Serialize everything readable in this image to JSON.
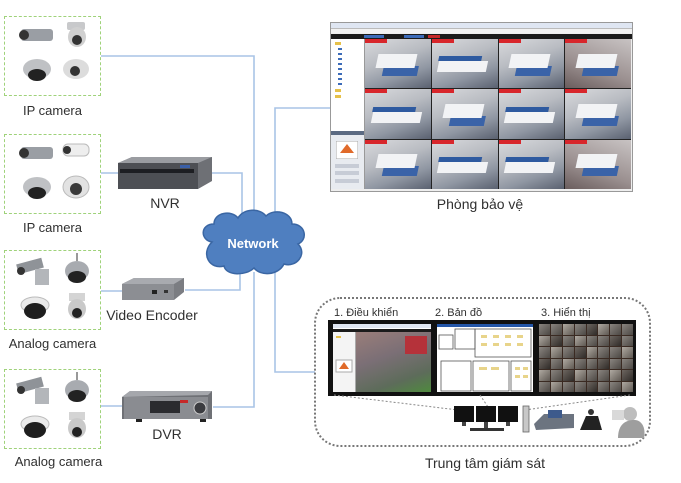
{
  "diagram": {
    "title": "CCTV system network diagram",
    "accent_line_color": "#a9c4e6",
    "cloud_color": "#4f7fc0",
    "group_border_color": "#9fd27a"
  },
  "sources": [
    {
      "id": "ip-camera-1",
      "label": "IP camera",
      "device": null,
      "device_label": null,
      "cameras": [
        "box-camera",
        "ptz-dome-camera",
        "dome-camera",
        "mini-dome-camera"
      ]
    },
    {
      "id": "ip-camera-2",
      "label": "IP camera",
      "device": "nvr",
      "device_label": "NVR",
      "cameras": [
        "box-camera",
        "bullet-camera",
        "dome-camera",
        "turret-camera"
      ]
    },
    {
      "id": "analog-camera-1",
      "label": "Analog camera",
      "device": "video-encoder",
      "device_label": "Video Encoder",
      "cameras": [
        "wall-mount-camera",
        "speed-dome-camera",
        "dome-camera",
        "pendant-camera"
      ]
    },
    {
      "id": "analog-camera-2",
      "label": "Analog camera",
      "device": "dvr",
      "device_label": "DVR",
      "cameras": [
        "wall-mount-camera",
        "speed-dome-camera",
        "dome-camera",
        "pendant-camera"
      ]
    }
  ],
  "network": {
    "label": "Network"
  },
  "security_room": {
    "label": "Phòng bảo vệ",
    "video_tiles": 12
  },
  "monitoring_center": {
    "label": "Trung tâm giám sát",
    "screens": [
      {
        "label": "1. Điều khiển",
        "type": "control-software"
      },
      {
        "label": "2. Bản đồ",
        "type": "floor-map"
      },
      {
        "label": "3. Hiển thị",
        "type": "video-wall"
      }
    ],
    "equipment": [
      "triple-monitor-workstation",
      "pc-tower",
      "control-keyboard",
      "joystick",
      "operator"
    ]
  }
}
